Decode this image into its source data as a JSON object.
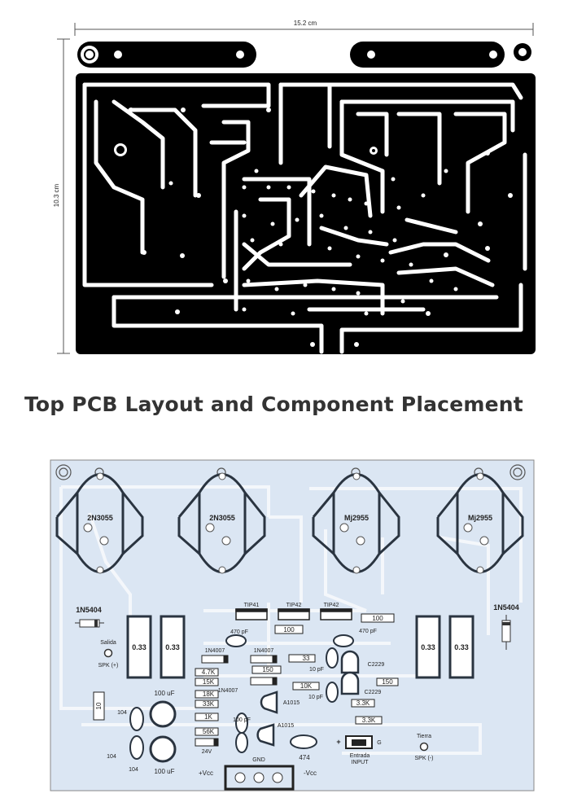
{
  "bottom": {
    "width_label": "15.2 cm",
    "height_label": "10.3 cm"
  },
  "heading": "Top PCB Layout and Component Placement",
  "top": {
    "transistors": [
      "2N3055",
      "2N3055",
      "Mj2955",
      "Mj2955"
    ],
    "diodes": {
      "left": "1N5404",
      "right": "1N5404"
    },
    "resistors_big": [
      "0.33",
      "0.33",
      "0.33",
      "0.33"
    ],
    "drivers": [
      "TIP41",
      "TIP42",
      "TIP42"
    ],
    "small_parts": {
      "r100a": "100",
      "r100b": "100",
      "c470a": "470 pF",
      "c470b": "470 pF",
      "d1": "1N4007",
      "d2": "1N4007",
      "d3": "1N4007",
      "r33": "33",
      "r150a": "150",
      "r150b": "150",
      "r4k7": "4.7K",
      "r15k": "15K",
      "r18k": "18K",
      "r33k": "33K",
      "r1k": "1K",
      "r56k": "56K",
      "z24": "24V",
      "c100pf": "100 pF",
      "c10pfa": "10 pF",
      "c10pfb": "10 pF",
      "r10k": "10K",
      "r33kb": "3.3K",
      "r33kc": "3.3K",
      "q_c2229a": "C2229",
      "q_c2229b": "C2229",
      "q_a1015a": "A1015",
      "q_a1015b": "A1015",
      "c104a": "104",
      "c104b": "104",
      "c104c": "104",
      "c100ufa": "100 uF",
      "c100ufb": "100 uF",
      "r10": "10",
      "c474": "474"
    },
    "connectors": {
      "salida": "Salida",
      "spk_pos": "SPK (+)",
      "tierra": "Tierra",
      "spk_neg": "SPK (-)",
      "gnd": "GND",
      "vcc_pos": "+Vcc",
      "vcc_neg": "-Vcc",
      "entrada": "Entrada",
      "input": "INPUT",
      "g": "G",
      "plus": "+"
    }
  }
}
